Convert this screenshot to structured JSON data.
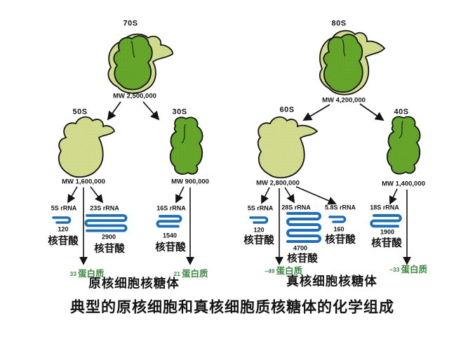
{
  "title": "典型的原核细胞和真核细胞质核糖体的化学组成",
  "colors": {
    "light_green": "#d2db8e",
    "dark_green": "#66a72b",
    "rrna_blue": "#1b6fc0",
    "protein_green": "#3d8b41",
    "line_black": "#141414"
  },
  "prokaryote": {
    "group_label": "原核细胞核糖体",
    "ribosome": {
      "label": "70S",
      "mw": "MW 2,500,000"
    },
    "large_subunit": {
      "label": "50S",
      "mw": "MW 1,600,000",
      "protein_count": "33",
      "protein_word": "蛋白质"
    },
    "small_subunit": {
      "label": "30S",
      "mw": "MW 900,000",
      "protein_count": "21",
      "protein_word": "蛋白质"
    },
    "rnas": [
      {
        "name": "5S rRNA",
        "count": "120",
        "unit": "核苷酸"
      },
      {
        "name": "23S rRNA",
        "count": "2900",
        "unit": "核苷酸"
      },
      {
        "name": "16S rRNA",
        "count": "1540",
        "unit": "核苷酸"
      }
    ]
  },
  "eukaryote": {
    "group_label": "真核细胞核糖体",
    "ribosome": {
      "label": "80S",
      "mw": "MW 4,200,000"
    },
    "large_subunit": {
      "label": "60S",
      "mw": "MW 2,800,000",
      "protein_count": "~49",
      "protein_word": "蛋白质"
    },
    "small_subunit": {
      "label": "40S",
      "mw": "MW 1,400,000",
      "protein_count": "~33",
      "protein_word": "蛋白质"
    },
    "rnas": [
      {
        "name": "5S rRNA",
        "count": "120",
        "unit": "核苷酸"
      },
      {
        "name": "28S rRNA",
        "count": "4700",
        "unit": "核苷酸"
      },
      {
        "name": "5.8S rRNA",
        "count": "160",
        "unit": "核苷酸"
      },
      {
        "name": "18S rRNA",
        "count": "1900",
        "unit": "核苷酸"
      }
    ]
  }
}
